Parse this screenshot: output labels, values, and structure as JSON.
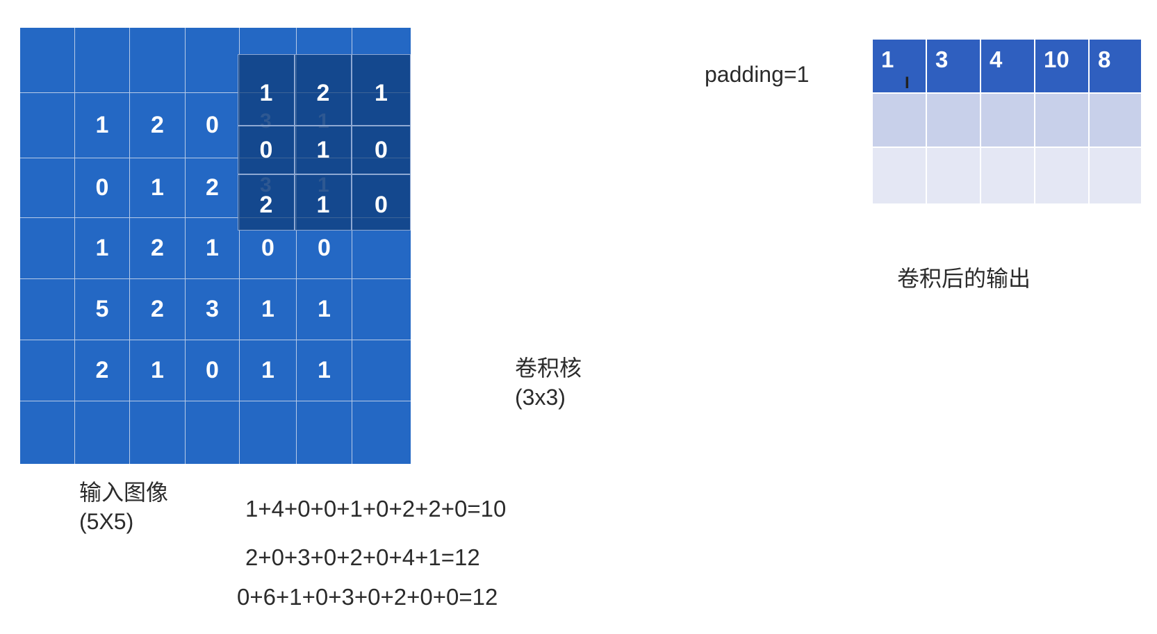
{
  "input_grid": {
    "rows": [
      [
        "",
        "",
        "",
        "",
        "",
        "",
        ""
      ],
      [
        "",
        "1",
        "2",
        "0",
        "",
        "",
        ""
      ],
      [
        "",
        "0",
        "1",
        "2",
        "",
        "",
        ""
      ],
      [
        "",
        "1",
        "2",
        "1",
        "0",
        "0",
        ""
      ],
      [
        "",
        "5",
        "2",
        "3",
        "1",
        "1",
        ""
      ],
      [
        "",
        "2",
        "1",
        "0",
        "1",
        "1",
        ""
      ],
      [
        "",
        "",
        "",
        "",
        "",
        "",
        ""
      ]
    ],
    "hidden_peek": [
      "3",
      "1",
      "3",
      "1"
    ]
  },
  "kernel": {
    "rows": [
      [
        "1",
        "2",
        "1"
      ],
      [
        "0",
        "1",
        "0"
      ],
      [
        "2",
        "1",
        "0"
      ]
    ]
  },
  "labels": {
    "input_title": "输入图像",
    "input_size": "(5X5)",
    "kernel_title": "卷积核",
    "kernel_size": "(3x3)",
    "padding": "padding=1",
    "output_title": "卷积后的输出"
  },
  "equations": [
    "1+4+0+0+1+0+2+2+0=10",
    "2+0+3+0+2+0+4+1=12",
    "0+6+1+0+3+0+2+0+0=12"
  ],
  "output_grid": {
    "rows": [
      [
        "1",
        "3",
        "4",
        "10",
        "8"
      ],
      [
        "",
        "",
        "",
        "",
        ""
      ],
      [
        "",
        "",
        "",
        "",
        ""
      ]
    ]
  },
  "cursor_glyph": "I"
}
